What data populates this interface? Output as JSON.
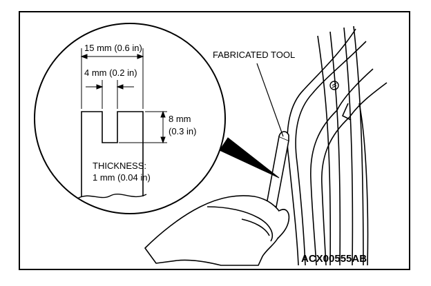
{
  "labels": {
    "width_15": "15 mm (0.6 in)",
    "width_4": "4 mm (0.2 in)",
    "depth_8": "8 mm",
    "depth_8_in": "(0.3 in)",
    "thickness_label": "THICKNESS:",
    "thickness_value": "1 mm (0.04 in)",
    "tool_label": "FABRICATED TOOL",
    "figure_code": "ACX00555AB"
  },
  "colors": {
    "ink": "#000000",
    "paper": "#ffffff"
  }
}
